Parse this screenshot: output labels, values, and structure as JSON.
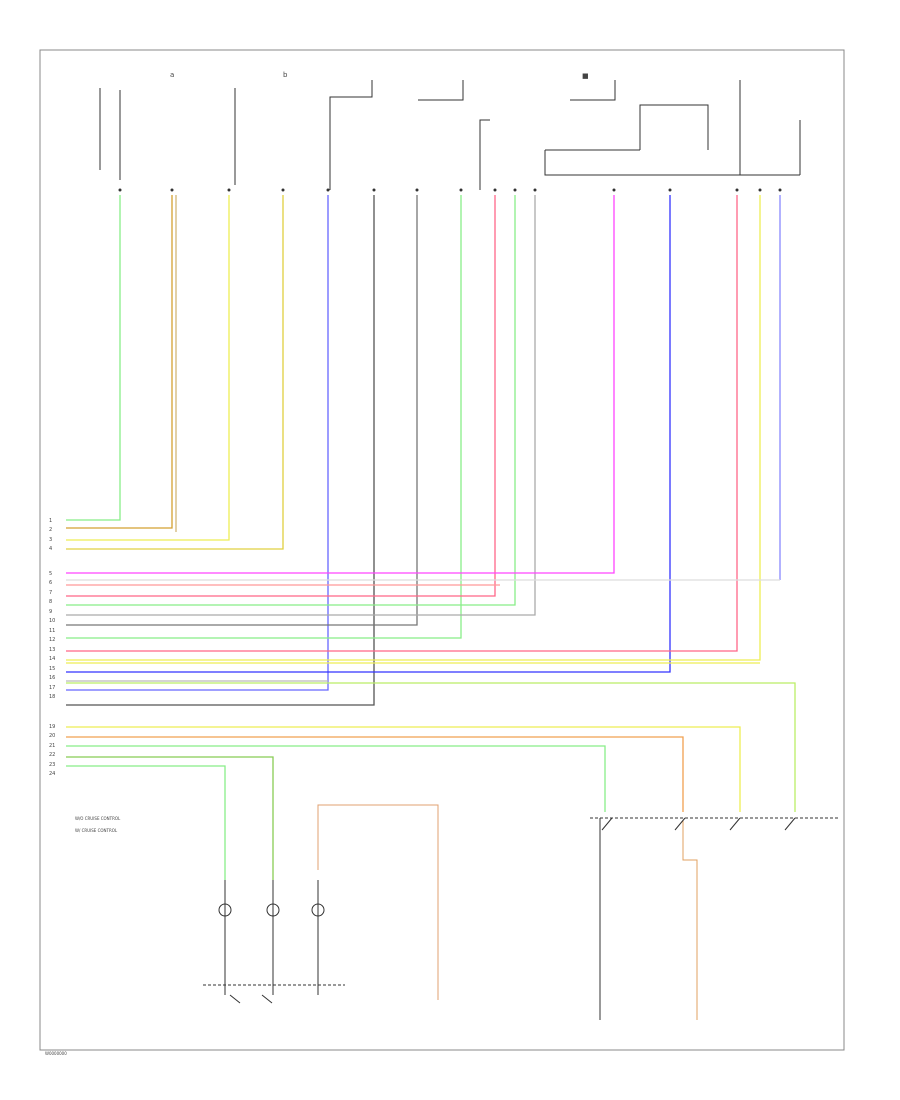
{
  "notes": {
    "a": "W/O CRUISE CONTROL",
    "b": "W/ CRUISE CONTROL"
  },
  "footer_code": "W0000000",
  "top_symbols": [
    "a",
    "b",
    "■"
  ],
  "harness_rows": [
    "1",
    "2",
    "3",
    "4",
    "5",
    "6",
    "7",
    "8",
    "9",
    "10",
    "11",
    "12",
    "13",
    "14",
    "15",
    "16",
    "17",
    "18",
    "19",
    "20",
    "21",
    "22",
    "23",
    "24"
  ],
  "wire_colors": {
    "green": "#88ee88",
    "orange": "#e09a3a",
    "yellow": "#eeee55",
    "magenta": "#ff44ff",
    "pink": "#ff7799",
    "gray": "#9a9a9a",
    "blue": "#4444ff",
    "ltgreen": "#bbee66",
    "tan": "#e0b080",
    "black": "#333333"
  }
}
